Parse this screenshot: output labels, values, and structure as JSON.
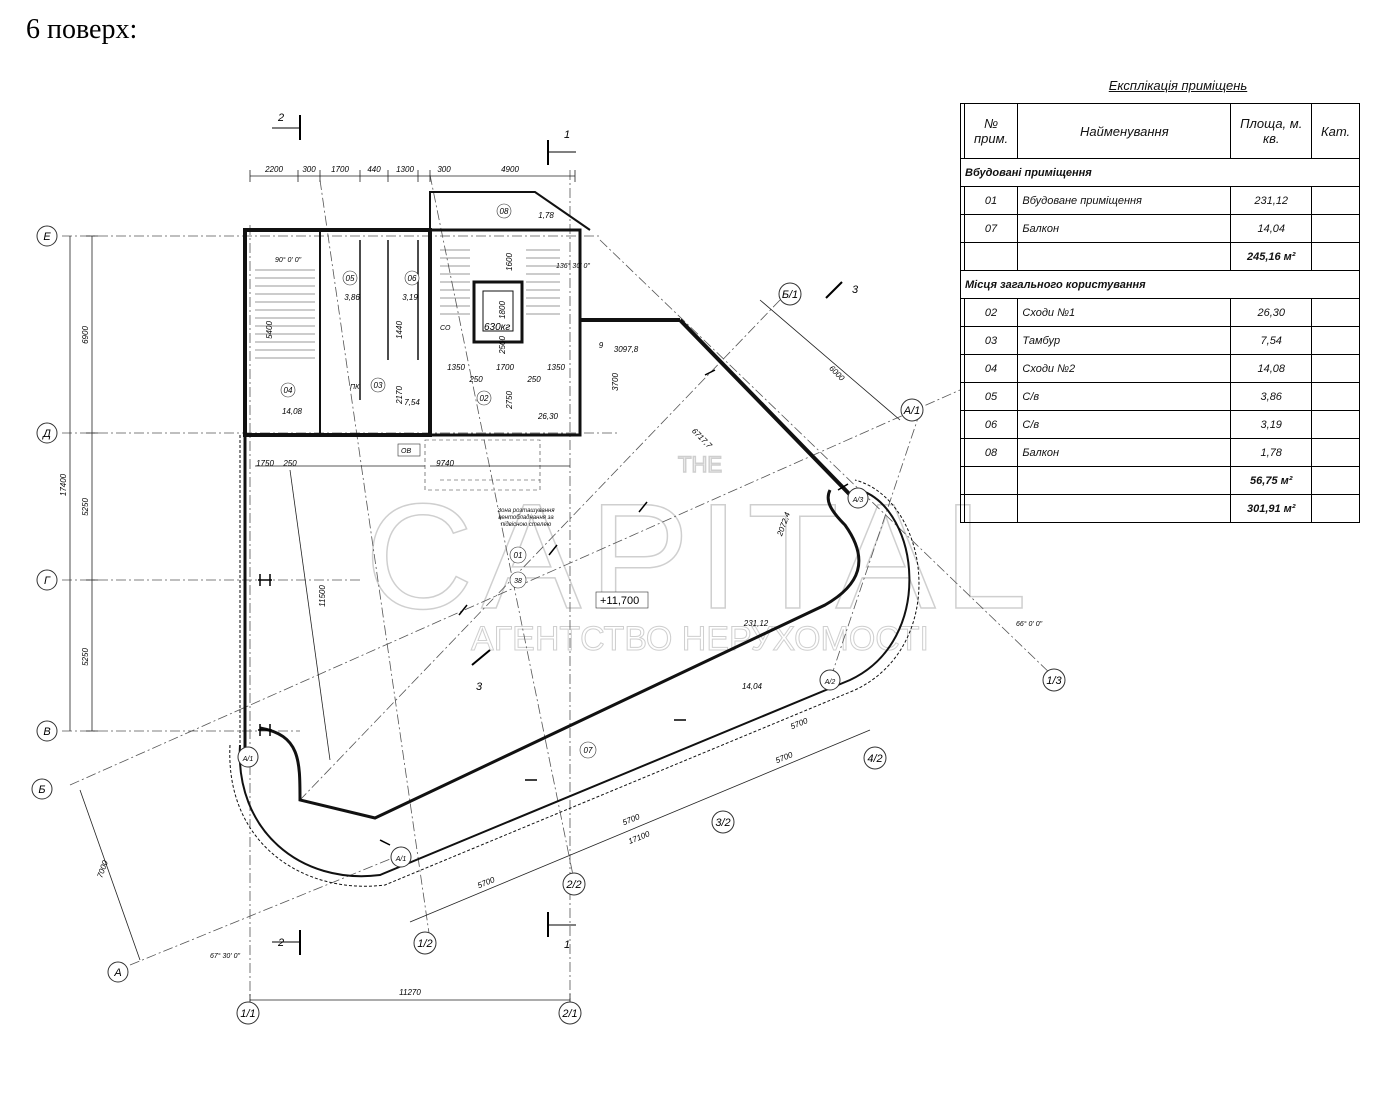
{
  "heading": "6 поверх:",
  "explication": {
    "title": "Експлікація приміщень",
    "headers": {
      "no": "№ прим.",
      "name": "Найменування",
      "area": "Площа, м. кв.",
      "cat": "Кат."
    },
    "sections": [
      {
        "title": "Вбудовані приміщення",
        "rows": [
          {
            "no": "01",
            "name": "Вбудоване приміщення",
            "area": "231,12"
          },
          {
            "no": "07",
            "name": "Балкон",
            "area": "14,04"
          }
        ],
        "total": "245,16 м²"
      },
      {
        "title": "Місця загального користування",
        "rows": [
          {
            "no": "02",
            "name": "Сходи №1",
            "area": "26,30"
          },
          {
            "no": "03",
            "name": "Тамбур",
            "area": "7,54"
          },
          {
            "no": "04",
            "name": "Сходи №2",
            "area": "14,08"
          },
          {
            "no": "05",
            "name": "С/в",
            "area": "3,86"
          },
          {
            "no": "06",
            "name": "С/в",
            "area": "3,19"
          },
          {
            "no": "08",
            "name": "Балкон",
            "area": "1,78"
          }
        ],
        "total": "56,75 м²"
      }
    ],
    "grand_total": "301,91 м²"
  },
  "plan": {
    "grid_axes_left": [
      "Е",
      "Д",
      "Г",
      "В",
      "Б",
      "А"
    ],
    "grid_axes_bottom": [
      "1/1",
      "2/1",
      "1/2",
      "2/2",
      "3/2",
      "4/2"
    ],
    "grid_axes_right": [
      "Б/1",
      "А/1",
      "1/3",
      "А/2",
      "А/3",
      "А/1"
    ],
    "section_marks": [
      "1",
      "1",
      "2",
      "2",
      "3",
      "3"
    ],
    "top_dims": [
      "2200",
      "300",
      "1700",
      "440",
      "1300",
      "300",
      "4900"
    ],
    "left_dims": [
      "6900",
      "17400",
      "5250",
      "5250",
      "7000"
    ],
    "bottom_dims": [
      "11270",
      "5700",
      "5700",
      "17100",
      "5700",
      "5700"
    ],
    "misc_dims": [
      "1750",
      "250",
      "9740",
      "11500",
      "3700",
      "3097,8",
      "6717,7",
      "2072,4",
      "6000",
      "1350",
      "250",
      "1700",
      "250",
      "1350",
      "2750",
      "2170",
      "1440",
      "1600",
      "1800",
      "2500",
      "5400",
      "9"
    ],
    "angles": [
      "90° 0' 0\"",
      "136° 30' 0\"",
      "66° 0' 0\"",
      "67° 30' 0\""
    ],
    "rooms": [
      {
        "no": "04",
        "area": "14,08"
      },
      {
        "no": "05",
        "area": "3,86"
      },
      {
        "no": "06",
        "area": "3,19"
      },
      {
        "no": "03",
        "area": "7,54"
      },
      {
        "no": "02",
        "area": "26,30"
      },
      {
        "no": "08",
        "area": "1,78"
      },
      {
        "no": "01",
        "area": "231,12"
      },
      {
        "no": "07",
        "area": "14,04"
      }
    ],
    "elevation": "+11,700",
    "lift_label": "630кг",
    "labels": {
      "pk": "ПК",
      "ov": "ОВ",
      "co": "СО",
      "n38": "38"
    },
    "note": "Зона розташування вентобладнання за підвісною стелею",
    "watermark_main": "CAPITAL",
    "watermark_small": "THE",
    "watermark_sub": "АГЕНТСТВО НЕРУХОМОСТІ"
  }
}
